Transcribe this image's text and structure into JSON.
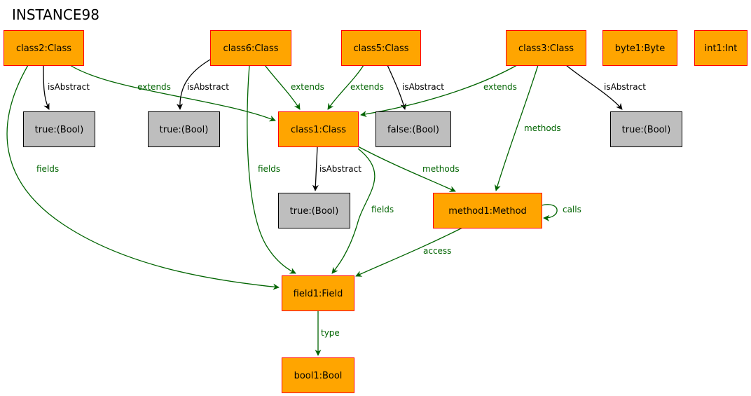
{
  "title": "INSTANCE98",
  "colors": {
    "object_fill": "#FFA500",
    "object_stroke": "#FF0000",
    "value_fill": "#BEBEBE",
    "value_stroke": "#000000",
    "reference_edge": "#006400",
    "attribute_edge": "#000000"
  },
  "nodes": [
    {
      "id": "class2",
      "label": "class2:Class",
      "kind": "object"
    },
    {
      "id": "class6",
      "label": "class6:Class",
      "kind": "object"
    },
    {
      "id": "class5",
      "label": "class5:Class",
      "kind": "object"
    },
    {
      "id": "class3",
      "label": "class3:Class",
      "kind": "object"
    },
    {
      "id": "byte1",
      "label": "byte1:Byte",
      "kind": "object"
    },
    {
      "id": "int1",
      "label": "int1:Int",
      "kind": "object"
    },
    {
      "id": "bool_c2",
      "label": "true:(Bool)",
      "kind": "value"
    },
    {
      "id": "bool_c6",
      "label": "true:(Bool)",
      "kind": "value"
    },
    {
      "id": "class1",
      "label": "class1:Class",
      "kind": "object"
    },
    {
      "id": "bool_c5",
      "label": "false:(Bool)",
      "kind": "value"
    },
    {
      "id": "bool_c3",
      "label": "true:(Bool)",
      "kind": "value"
    },
    {
      "id": "bool_c1",
      "label": "true:(Bool)",
      "kind": "value"
    },
    {
      "id": "method1",
      "label": "method1:Method",
      "kind": "object"
    },
    {
      "id": "field1",
      "label": "field1:Field",
      "kind": "object"
    },
    {
      "id": "bool1",
      "label": "bool1:Bool",
      "kind": "object"
    }
  ],
  "edges": [
    {
      "from": "class2",
      "to": "bool_c2",
      "label": "isAbstract",
      "kind": "attribute"
    },
    {
      "from": "class2",
      "to": "class1",
      "label": "extends",
      "kind": "reference"
    },
    {
      "from": "class2",
      "to": "field1",
      "label": "fields",
      "kind": "reference"
    },
    {
      "from": "class6",
      "to": "bool_c6",
      "label": "isAbstract",
      "kind": "attribute"
    },
    {
      "from": "class6",
      "to": "class1",
      "label": "extends",
      "kind": "reference"
    },
    {
      "from": "class6",
      "to": "field1",
      "label": "fields",
      "kind": "reference"
    },
    {
      "from": "class5",
      "to": "class1",
      "label": "extends",
      "kind": "reference"
    },
    {
      "from": "class5",
      "to": "bool_c5",
      "label": "isAbstract",
      "kind": "attribute"
    },
    {
      "from": "class3",
      "to": "class1",
      "label": "extends",
      "kind": "reference"
    },
    {
      "from": "class3",
      "to": "method1",
      "label": "methods",
      "kind": "reference"
    },
    {
      "from": "class3",
      "to": "bool_c3",
      "label": "isAbstract",
      "kind": "attribute"
    },
    {
      "from": "class1",
      "to": "bool_c1",
      "label": "isAbstract",
      "kind": "attribute"
    },
    {
      "from": "class1",
      "to": "method1",
      "label": "methods",
      "kind": "reference"
    },
    {
      "from": "class1",
      "to": "field1",
      "label": "fields",
      "kind": "reference"
    },
    {
      "from": "method1",
      "to": "method1",
      "label": "calls",
      "kind": "reference"
    },
    {
      "from": "method1",
      "to": "field1",
      "label": "access",
      "kind": "reference"
    },
    {
      "from": "field1",
      "to": "bool1",
      "label": "type",
      "kind": "reference"
    }
  ]
}
